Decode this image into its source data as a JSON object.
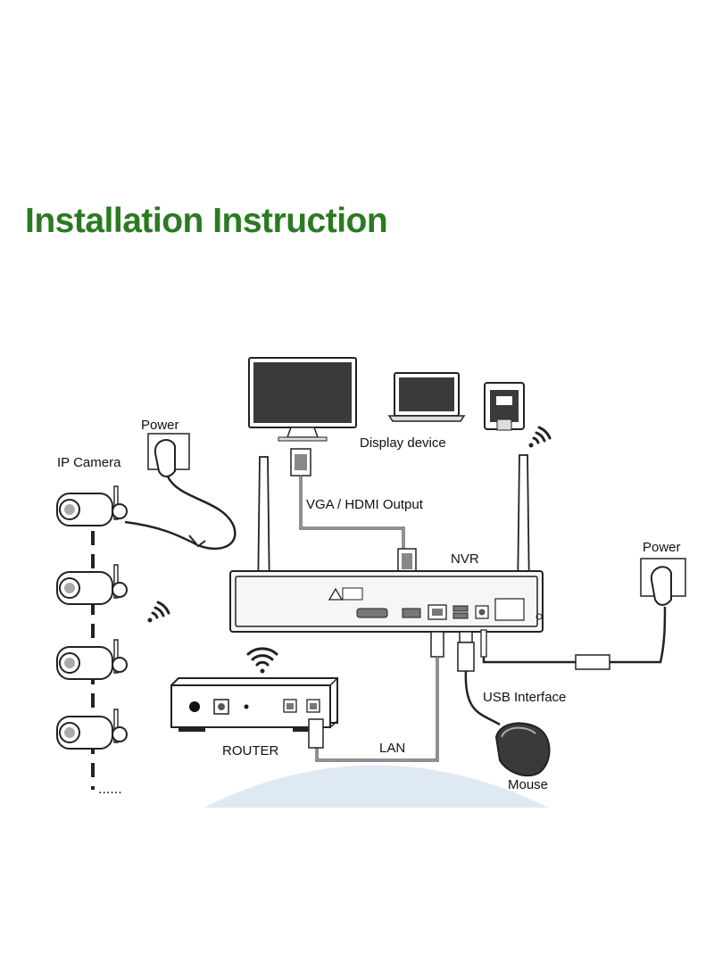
{
  "title": "Installation Instruction",
  "colors": {
    "title": "#2a7a22",
    "line": "#222222",
    "device_fill": "#3a3a3a",
    "ground": "#dfe9f3"
  },
  "labels": {
    "power_camera": "Power",
    "ip_camera": "IP Camera",
    "display_device": "Display device",
    "vga_hdmi": "VGA / HDMI Output",
    "nvr": "NVR",
    "power_nvr": "Power",
    "router": "ROUTER",
    "lan": "LAN",
    "usb_interface": "USB Interface",
    "mouse": "Mouse",
    "more_cameras": "......"
  },
  "icons": [
    "monitor-icon",
    "laptop-icon",
    "tablet-icon",
    "wifi-icon",
    "camera-icon",
    "power-adapter-icon",
    "router-icon",
    "nvr-icon",
    "mouse-icon"
  ]
}
